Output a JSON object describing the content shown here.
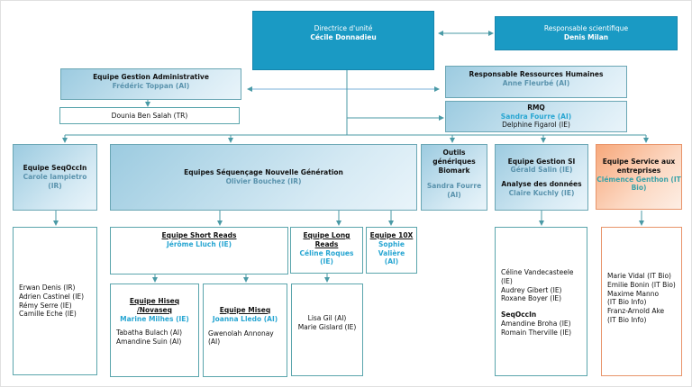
{
  "director": {
    "title": "Directrice d'unité",
    "name": "Cécile Donnadieu"
  },
  "scientific": {
    "title": "Responsable  scientifique",
    "name": "Denis Milan"
  },
  "admin": {
    "title": "Equipe Gestion Administrative",
    "lead": "Frédéric Toppan (AI)",
    "member": "Dounia Ben Salah (TR)"
  },
  "hr": {
    "title": "Responsable Ressources Humaines",
    "lead": "Anne Fleurbé (AI)"
  },
  "rmq": {
    "title": "RMQ",
    "lead": "Sandra Fourre (AI)",
    "member": "Delphine Figarol (IE)"
  },
  "seqoccin": {
    "title": "Equipe SeqOccIn",
    "lead": "Carole Iampietro (IR)",
    "members": [
      "Erwan Denis (IR)",
      "Adrien Castinel (IE)",
      "Rémy Serre (IE)",
      "Camille Eche (IE)"
    ]
  },
  "ngs": {
    "title": "Equipes Séquençage Nouvelle Génération",
    "lead": "Olivier Bouchez (IR)"
  },
  "biomark": {
    "title": "Outils génériques Biomark",
    "lead": "Sandra Fourre (AI)"
  },
  "si": {
    "title": "Equipe Gestion SI",
    "lead": "Gérald Salin (IE)",
    "title2": "Analyse des données",
    "lead2": "Claire Kuchly (IE)",
    "members": [
      "Céline Vandecasteele (IE)",
      "Audrey Gibert (IE)",
      "Roxane Boyer (IE)"
    ],
    "subteam": "SeqOccIn",
    "submembers": [
      "Amandine Broha (IE)",
      "Romain Therville (IE)"
    ]
  },
  "service": {
    "title": "Equipe Service aux entreprises",
    "lead": "Clémence Genthon (IT Bio)",
    "members": [
      "Marie Vidal (IT Bio)",
      "Emilie Bonin (IT Bio)",
      "Maxime Manno",
      "(IT Bio Info)",
      "Franz-Arnold Ake",
      "(IT Bio Info)"
    ]
  },
  "shortreads": {
    "title": "Equipe Short Reads",
    "lead": "Jérôme Lluch (IE)"
  },
  "longreads": {
    "title": "Equipe Long Reads",
    "lead": "Céline Roques (IE)",
    "members": [
      "Lisa Gil (AI)",
      "Marie Gislard (IE)"
    ]
  },
  "tenx": {
    "title": "Equipe 10X",
    "lead": "Sophie Valière (AI)"
  },
  "hiseq": {
    "title": "Equipe Hiseq /Novaseq",
    "lead": "Marine Milhes (IE)",
    "members": [
      "Tabatha Bulach (AI)",
      "Amandine Suin (AI)"
    ]
  },
  "miseq": {
    "title": "Equipe Miseq",
    "lead": "Joanna Lledo (AI)",
    "members": [
      "Gwenolah Annonay (AI)"
    ]
  }
}
